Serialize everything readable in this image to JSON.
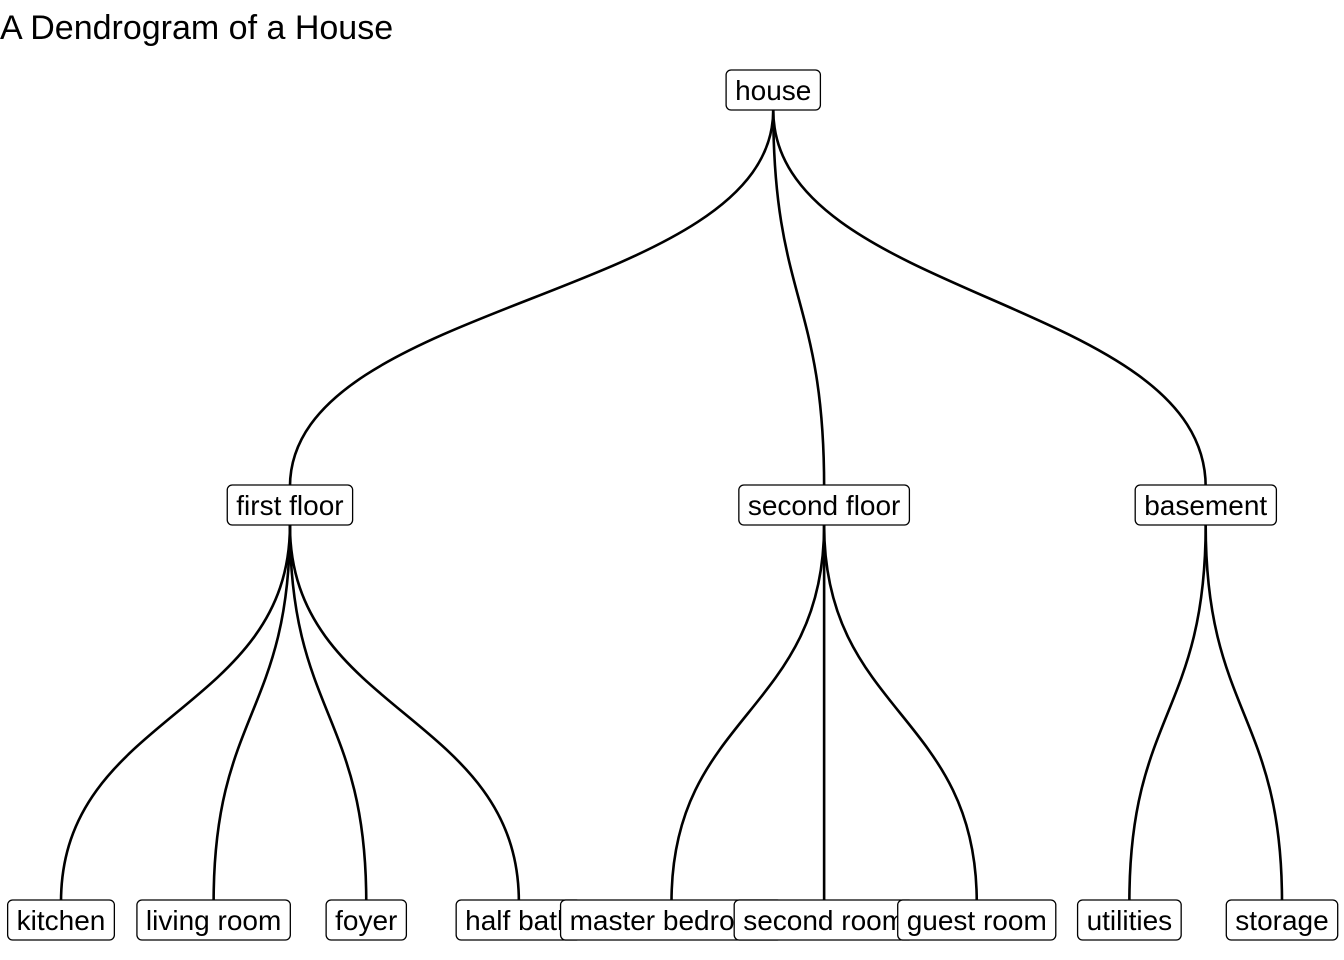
{
  "title": "A Dendrogram of a House",
  "tree": {
    "name": "house",
    "children": [
      {
        "name": "first floor",
        "children": [
          {
            "name": "kitchen"
          },
          {
            "name": "living room"
          },
          {
            "name": "foyer"
          },
          {
            "name": "half bath"
          }
        ]
      },
      {
        "name": "second floor",
        "children": [
          {
            "name": "master bedroom"
          },
          {
            "name": "second room"
          },
          {
            "name": "guest room"
          }
        ]
      },
      {
        "name": "basement",
        "children": [
          {
            "name": "utilities"
          },
          {
            "name": "storage"
          }
        ]
      }
    ]
  }
}
